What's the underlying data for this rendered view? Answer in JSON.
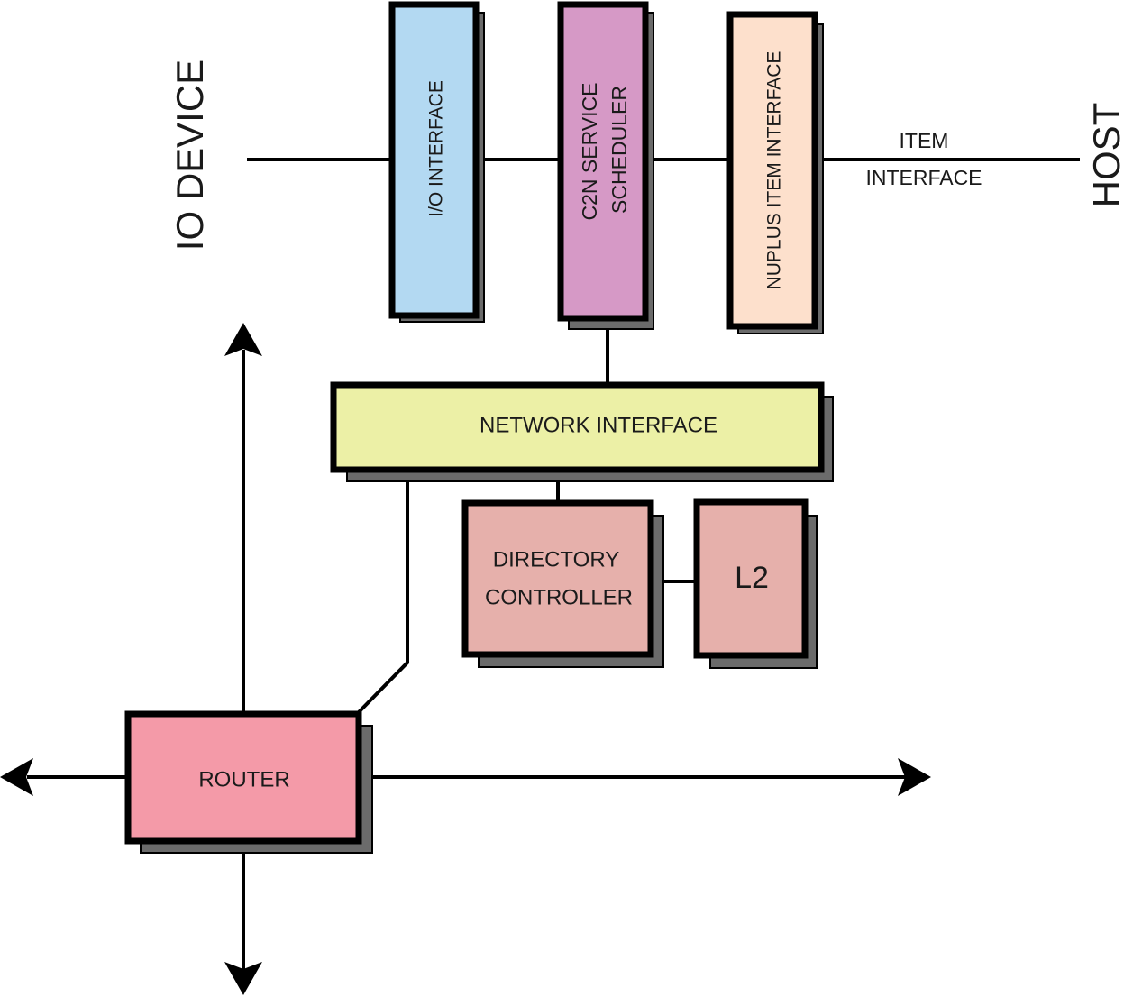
{
  "labels": {
    "io_device": "IO DEVICE",
    "host": "HOST",
    "item_interface_line1": "ITEM",
    "item_interface_line2": "INTERFACE"
  },
  "blocks": {
    "io_interface": "I/O INTERFACE",
    "c2n_line1": "C2N SERVICE",
    "c2n_line2": "SCHEDULER",
    "nuplus": "NUPLUS ITEM INTERFACE",
    "network_interface": "NETWORK INTERFACE",
    "directory_line1": "DIRECTORY",
    "directory_line2": "CONTROLLER",
    "l2": "L2",
    "router": "ROUTER"
  },
  "colors": {
    "io_interface": "#b3d9f2",
    "c2n_scheduler": "#d699c6",
    "nuplus": "#fde0cc",
    "network_interface": "#ecf0a6",
    "directory_controller": "#e6b0ab",
    "l2": "#e6b0ab",
    "router": "#f49aa8",
    "shadow": "#6b6b6b"
  }
}
